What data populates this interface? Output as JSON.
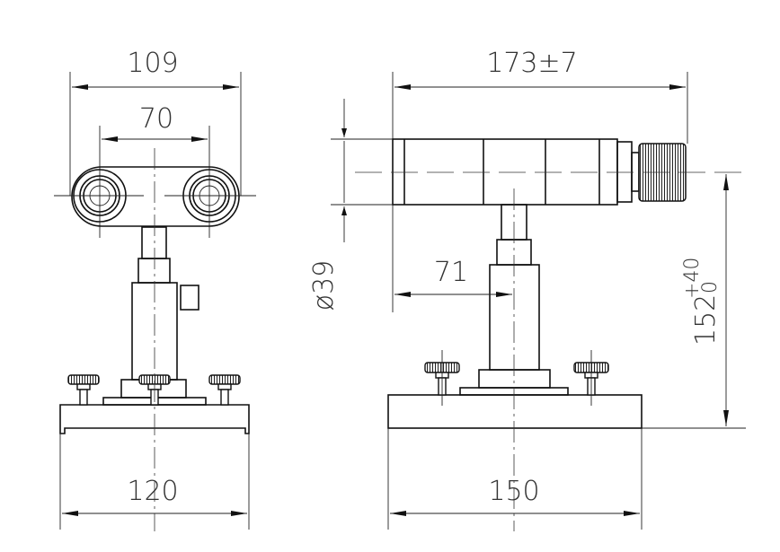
{
  "drawing": {
    "front_view": {
      "dim_overall_width": "109",
      "dim_center_spacing": "70",
      "dim_base_width": "120"
    },
    "side_view": {
      "dim_length": "173±7",
      "dim_diameter": "ø39",
      "dim_offset": "71",
      "dim_base_length": "150",
      "dim_height": "152",
      "dim_height_tol_upper": "+40",
      "dim_height_tol_lower": "0"
    }
  }
}
